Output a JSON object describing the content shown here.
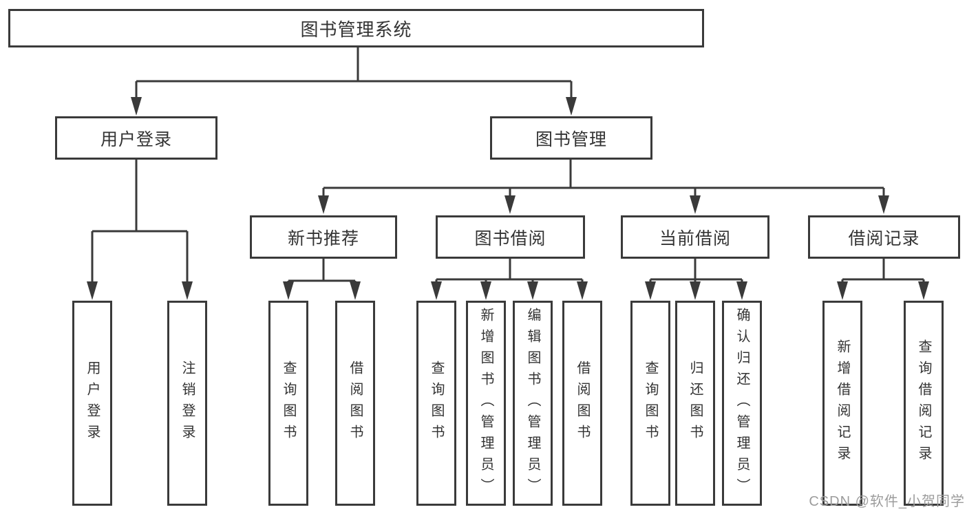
{
  "diagram_type": "hierarchy-tree",
  "tree": {
    "label": "图书管理系统",
    "children": [
      {
        "label": "用户登录",
        "children": [
          {
            "label": "用户登录"
          },
          {
            "label": "注销登录"
          }
        ]
      },
      {
        "label": "图书管理",
        "children": [
          {
            "label": "新书推荐",
            "children": [
              {
                "label": "查询图书"
              },
              {
                "label": "借阅图书"
              }
            ]
          },
          {
            "label": "图书借阅",
            "children": [
              {
                "label": "查询图书"
              },
              {
                "label": "新增图书（管理员）"
              },
              {
                "label": "编辑图书（管理员）"
              },
              {
                "label": "借阅图书"
              }
            ]
          },
          {
            "label": "当前借阅",
            "children": [
              {
                "label": "查询图书"
              },
              {
                "label": "归还图书"
              },
              {
                "label": "确认归还（管理员）"
              }
            ]
          },
          {
            "label": "借阅记录",
            "children": [
              {
                "label": "新增借阅记录"
              },
              {
                "label": "查询借阅记录"
              }
            ]
          }
        ]
      }
    ]
  },
  "watermark": {
    "text": "CSDN @软件_小贺同学"
  },
  "colors": {
    "line": "#3a3a3a",
    "box_border": "#3a3a3a",
    "box_fill": "#ffffff",
    "text": "#333333",
    "watermark": "#9c9c9c",
    "background": "#ffffff"
  }
}
